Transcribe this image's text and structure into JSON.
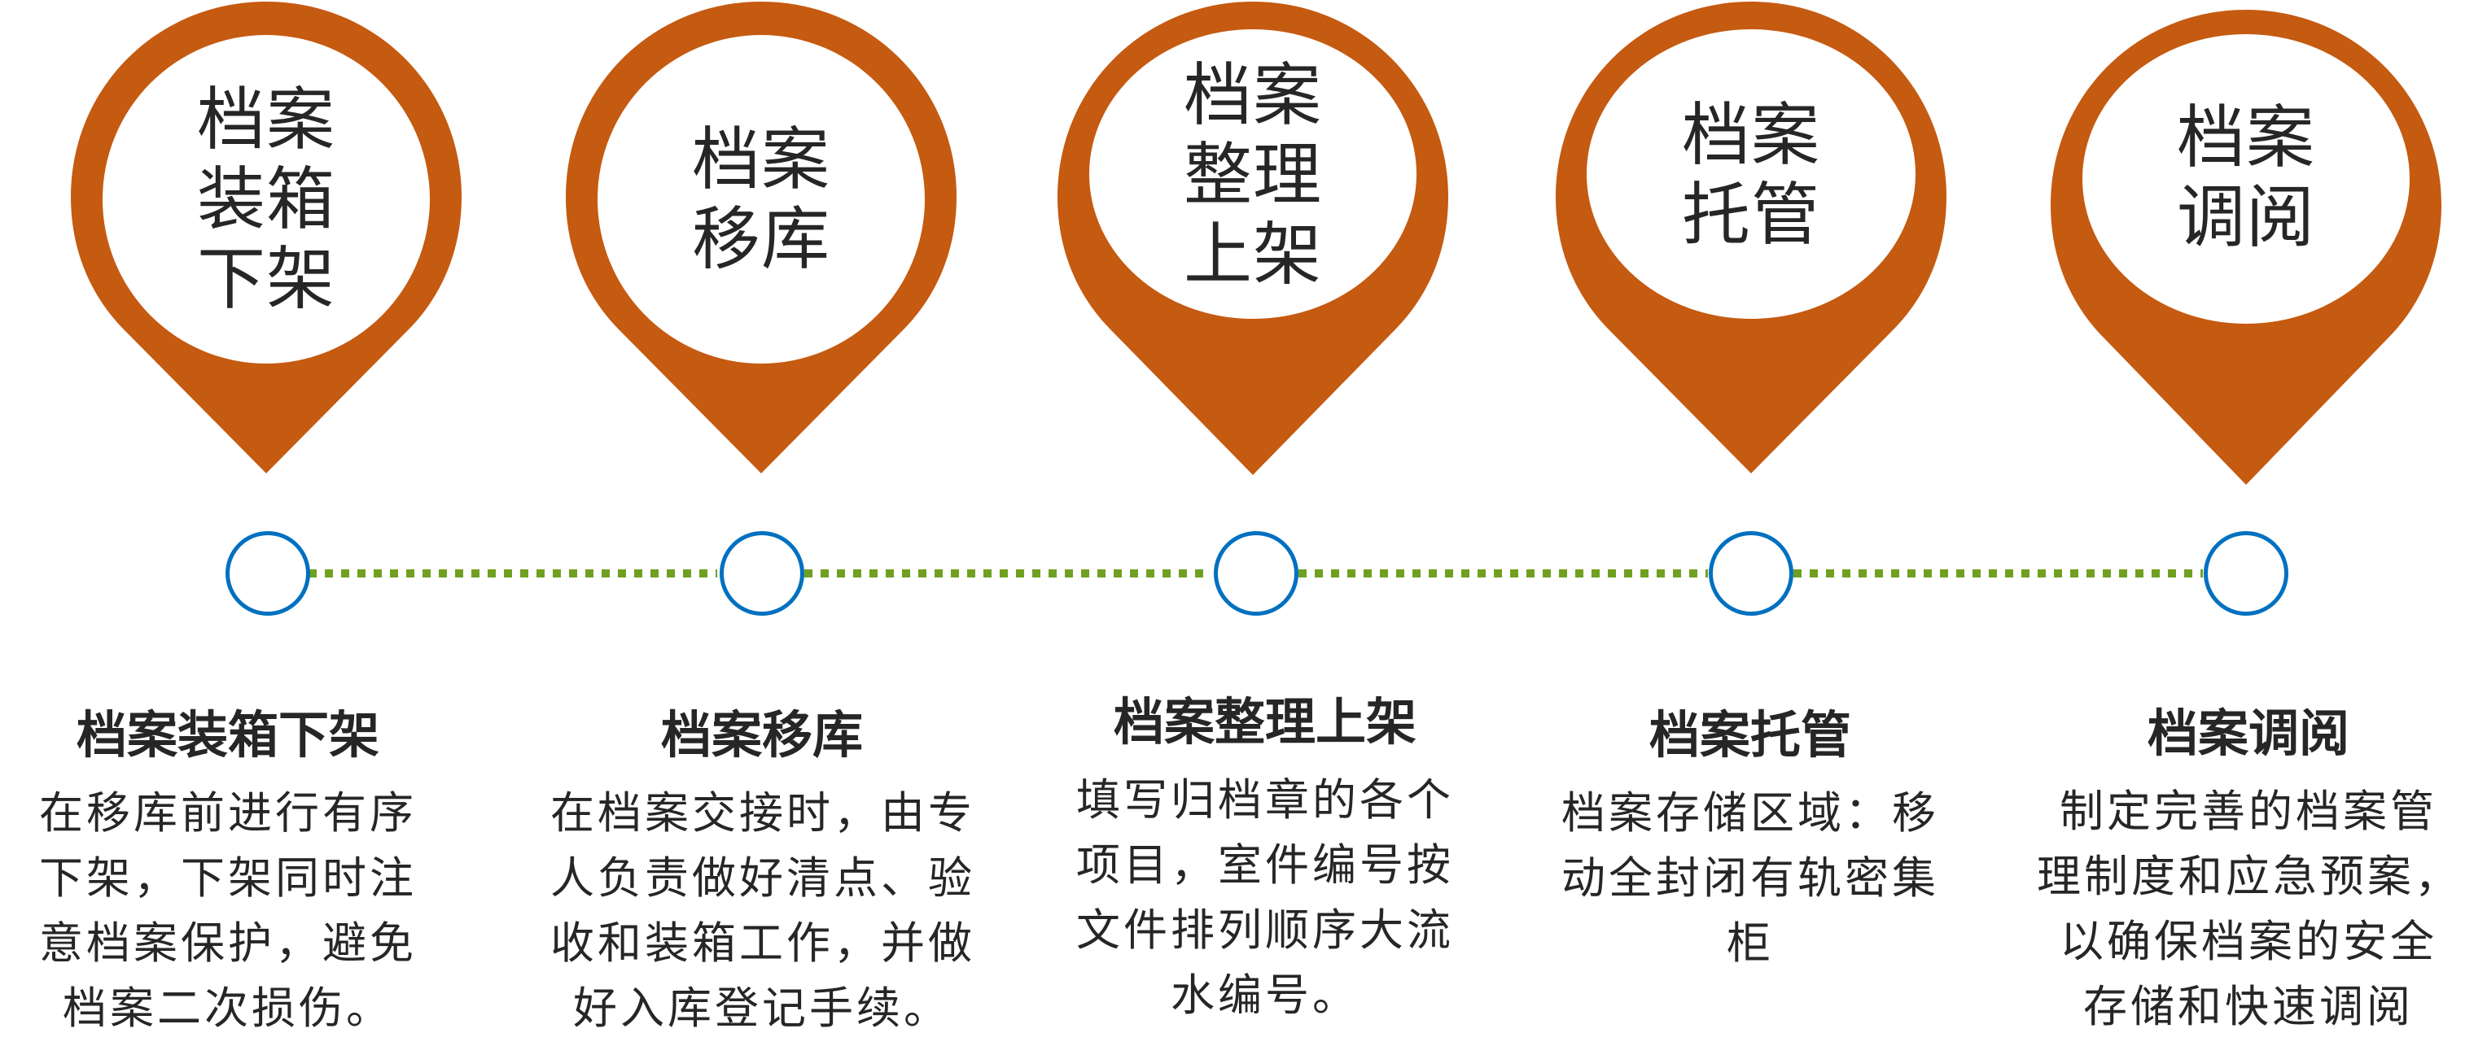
{
  "colors": {
    "pin": "#C55A11",
    "node_ring": "#0070C0",
    "connector": "#70A020",
    "text": "#262626"
  },
  "steps": [
    {
      "pin_lines": [
        "档案",
        "装箱",
        "下架"
      ],
      "title": "档案装箱下架",
      "body_lines": [
        "在移库前进行有序",
        "下架，下架同时注",
        "意档案保护，避免",
        "档案二次损伤。"
      ]
    },
    {
      "pin_lines": [
        "档案",
        "移库"
      ],
      "title": "档案移库",
      "body_lines": [
        "在档案交接时，由专",
        "人负责做好清点、验",
        "收和装箱工作，并做",
        "好入库登记手续。"
      ]
    },
    {
      "pin_lines": [
        "档案",
        "整理",
        "上架"
      ],
      "title": "档案整理上架",
      "body_lines": [
        "填写归档章的各个",
        "项目，室件编号按",
        "文件排列顺序大流",
        "水编号。"
      ]
    },
    {
      "pin_lines": [
        "档案",
        "托管"
      ],
      "title": "档案托管",
      "body_lines": [
        "档案存储区域：移",
        "动全封闭有轨密集",
        "柜"
      ]
    },
    {
      "pin_lines": [
        "档案",
        "调阅"
      ],
      "title": "档案调阅",
      "body_lines": [
        "制定完善的档案管",
        "理制度和应急预案，",
        "以确保档案的安全",
        "存储和快速调阅"
      ]
    }
  ],
  "icons": {
    "pin": "map-pin-marker",
    "node": "hollow-circle",
    "connector": "dotted-line"
  }
}
